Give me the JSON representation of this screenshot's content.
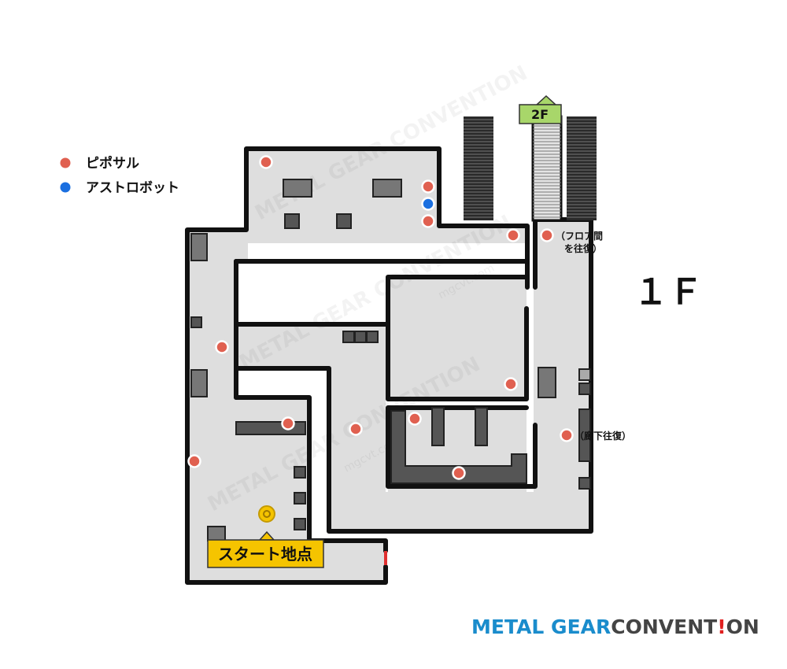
{
  "legend": {
    "pipo_label": "ピポサル",
    "astro_label": "アストロボット"
  },
  "floor_label": "１Ｆ",
  "upstairs_label": "2F",
  "start_label": "スタート地点",
  "notes": {
    "floor_round_line1": "（フロア間",
    "floor_round_line2": "を往復）",
    "corridor_round": "（廊下往復）"
  },
  "logo": {
    "part1": "METAL GEAR",
    "part2": "CONVENT",
    "part3": "!",
    "part4": "ON"
  },
  "watermark": {
    "text1": "METAL GEAR CONVENTION",
    "text2": "mgcvt.com"
  },
  "colors": {
    "pipo": "#e06050",
    "astro": "#1a6fe0",
    "floor": "#dedede",
    "wall": "#111111",
    "block": "#666666",
    "start": "#f5c400",
    "upstairs": "#a8d66a",
    "logo_blue": "#1a8ccc",
    "logo_gray": "#444444",
    "logo_red": "#e02020"
  }
}
